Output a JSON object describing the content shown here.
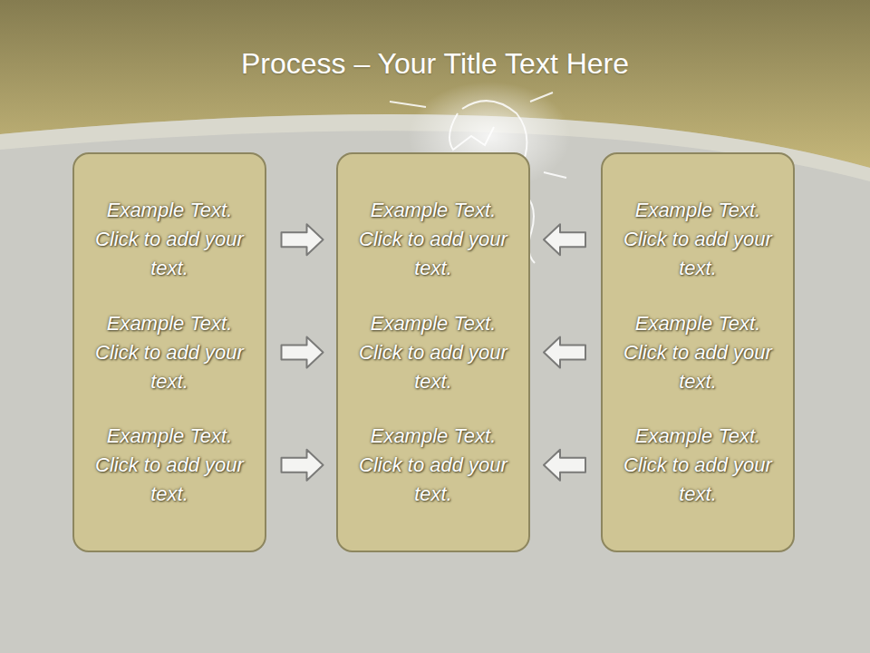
{
  "diagram": {
    "title": "Process – Your Title Text Here",
    "nodes": [
      {
        "text": [
          "Example Text. Click to add your text.",
          "Example Text. Click to add your text.",
          "Example Text. Click to add your text."
        ]
      },
      {
        "text": [
          "Example Text. Click to add your text.",
          "Example Text. Click to add your text.",
          "Example Text. Click to add your text."
        ]
      },
      {
        "text": [
          "Example Text. Click to add your text.",
          "Example Text. Click to add your text.",
          "Example Text. Click to add your text."
        ]
      }
    ],
    "edges": [
      {
        "from": 0,
        "to": 1,
        "arrow": "to"
      },
      {
        "from": 0,
        "to": 1,
        "arrow": "to"
      },
      {
        "from": 0,
        "to": 1,
        "arrow": "to"
      },
      {
        "from": 2,
        "to": 1,
        "arrow": "to"
      },
      {
        "from": 2,
        "to": 1,
        "arrow": "to"
      },
      {
        "from": 2,
        "to": 1,
        "arrow": "to"
      }
    ]
  }
}
